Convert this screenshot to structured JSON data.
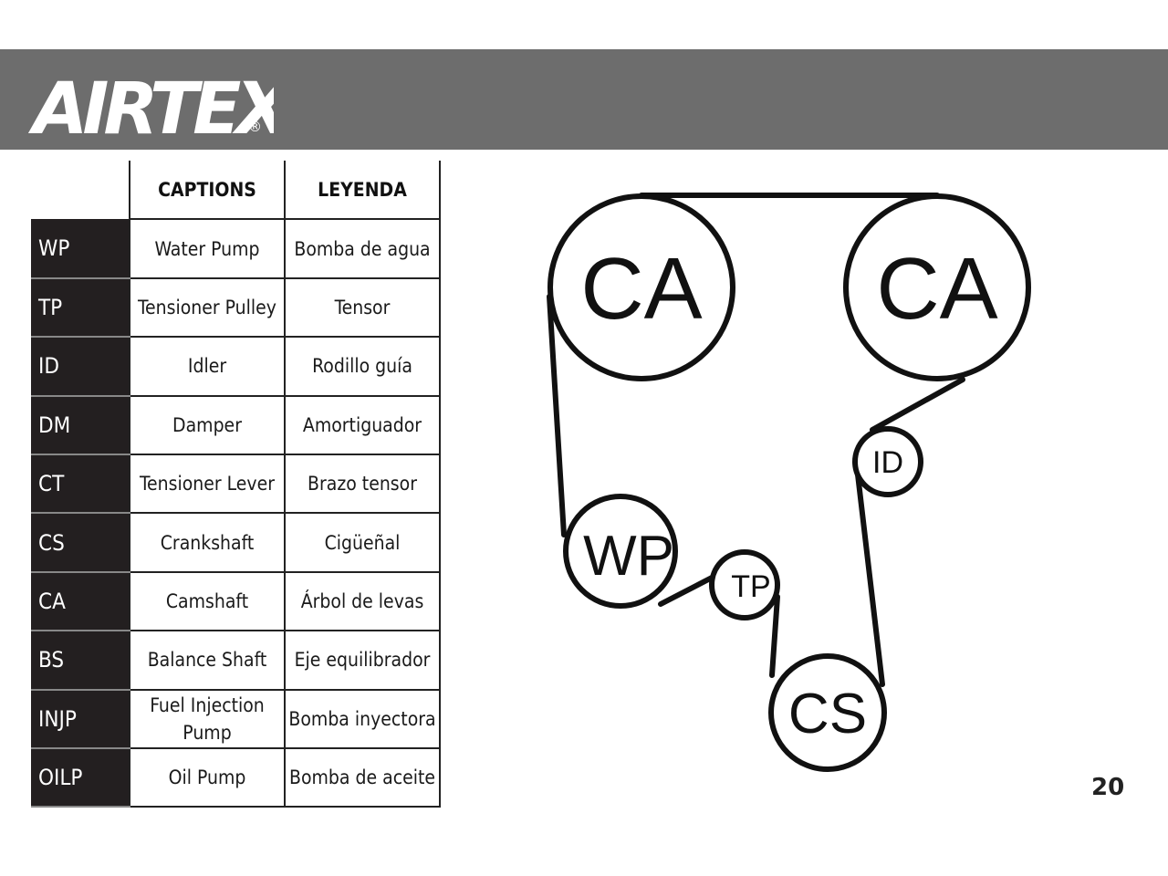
{
  "header": {
    "logo_text": "AIRTEX",
    "logo_mark": "®"
  },
  "table": {
    "headers": [
      "",
      "CAPTIONS",
      "LEYENDA"
    ],
    "rows": [
      {
        "code": "WP",
        "caption": "Water Pump",
        "leyenda": "Bomba de agua"
      },
      {
        "code": "TP",
        "caption": "Tensioner Pulley",
        "leyenda": "Tensor"
      },
      {
        "code": "ID",
        "caption": "Idler",
        "leyenda": "Rodillo guía"
      },
      {
        "code": "DM",
        "caption": "Damper",
        "leyenda": "Amortiguador"
      },
      {
        "code": "CT",
        "caption": "Tensioner Lever",
        "leyenda": "Brazo tensor"
      },
      {
        "code": "CS",
        "caption": "Crankshaft",
        "leyenda": "Cigüeñal"
      },
      {
        "code": "CA",
        "caption": "Camshaft",
        "leyenda": "Árbol de levas"
      },
      {
        "code": "BS",
        "caption": "Balance Shaft",
        "leyenda": "Eje equilibrador"
      },
      {
        "code": "INJP",
        "caption": "Fuel Injection Pump",
        "leyenda": "Bomba inyectora"
      },
      {
        "code": "OILP",
        "caption": "Oil Pump",
        "leyenda": "Bomba de aceite"
      }
    ]
  },
  "diagram": {
    "pulleys": {
      "ca_left": "CA",
      "ca_right": "CA",
      "id": "ID",
      "wp": "WP",
      "tp": "TP",
      "cs": "CS"
    }
  },
  "page_number": "20"
}
